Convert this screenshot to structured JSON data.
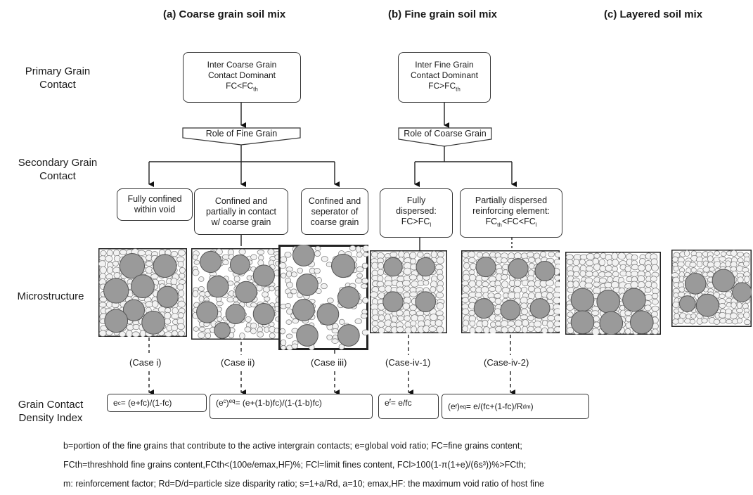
{
  "headings": {
    "a": "(a) Coarse grain soil mix",
    "b": "(b) Fine grain soil mix",
    "c": "(c) Layered soil mix"
  },
  "row_labels": {
    "primary_1": "Primary Grain",
    "primary_2": "Contact",
    "secondary_1": "Secondary Grain",
    "secondary_2": "Contact",
    "micro": "Microstructure",
    "gcdi_1": "Grain Contact",
    "gcdi_2": "Density Index"
  },
  "primary": {
    "coarse_1": "Inter Coarse Grain",
    "coarse_2": "Contact Dominant",
    "coarse_3": "FC<FC",
    "coarse_3_sub": "th",
    "fine_1": "Inter Fine Grain",
    "fine_2": "Contact Dominant",
    "fine_3": "FC>FC",
    "fine_3_sub": "th"
  },
  "roles": {
    "fine": "Role of Fine Grain",
    "coarse": "Role of Coarse Grain"
  },
  "secondary": {
    "s1_1": "Fully confined",
    "s1_2": "within void",
    "s2_1": "Confined and",
    "s2_2": "partially in contact",
    "s2_3": "w/ coarse grain",
    "s3_1": "Confined and",
    "s3_2": "seperator of",
    "s3_3": "coarse grain",
    "s4_1": "Fully",
    "s4_2": "dispersed:",
    "s4_3": "FC>FC",
    "s4_3_sub": "l",
    "s5_1": "Partially dispersed",
    "s5_2": "reinforcing element:",
    "s5_3a": "FC",
    "s5_3a_sub": "th",
    "s5_3b": "<FC<FC",
    "s5_3b_sub": "l"
  },
  "cases": {
    "c1": "(Case i)",
    "c2": "(Case ii)",
    "c3": "(Case iii)",
    "c4": "(Case-iv-1)",
    "c5": "(Case-iv-2)"
  },
  "equations": {
    "e1_a": "e",
    "e1_sub": "c",
    "e1_b": " = (e+fc)/(1-fc)",
    "e2_a": "(e",
    "e2_sub": "c",
    "e2_b": ")",
    "e2_sub2": "eq",
    "e2_c": " = (e+(1-b)fc)/(1-(1-b)fc)",
    "e3_a": "e",
    "e3_sub": "f",
    "e3_b": " = e/fc",
    "e4_a": "(e",
    "e4_sub": "f",
    "e4_b": ")",
    "e4_sub2": "eq",
    "e4_c": " = e/(fc+(1-fc)/R",
    "e4_sub3": "d",
    "e4_sup": "m",
    "e4_d": ")"
  },
  "notes": {
    "n1": "b=portion of the fine grains that contribute to the active intergrain contacts; e=global void ratio; FC=fine grains content;",
    "n2": "FCth=threshhold fine grains content,FCth<(100e/emax,HF)%; FCl=limit fines content, FCl>100(1-π(1+e)/(6s³))%>FCth;",
    "n3": "m: reinforcement factor; Rd=D/d=particle size disparity ratio; s=1+a/Rd, a=10; emax,HF: the maximum void ratio of host fine"
  }
}
